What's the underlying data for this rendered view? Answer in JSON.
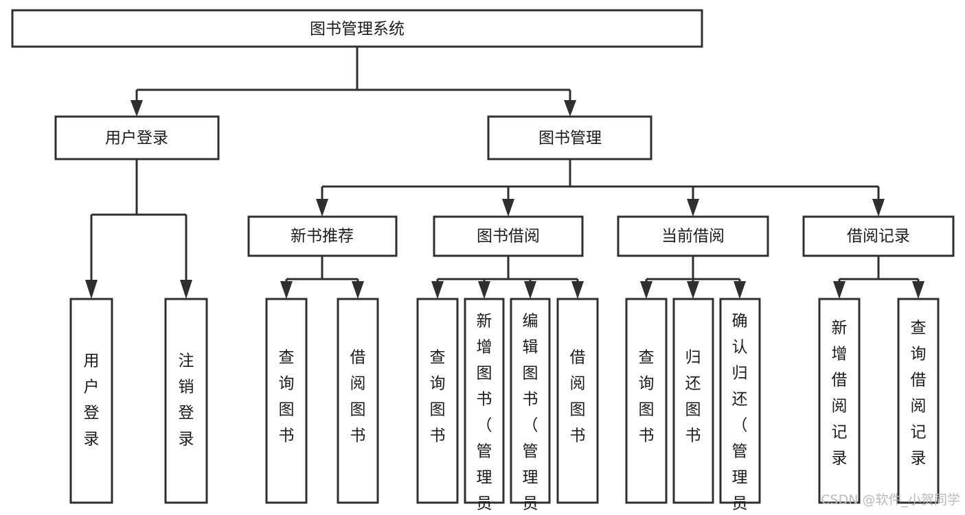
{
  "diagram": {
    "type": "tree",
    "title": "图书管理系统",
    "root": {
      "id": "root",
      "label": "图书管理系统",
      "orientation": "horizontal"
    },
    "level2": [
      {
        "id": "user-login",
        "label": "用户登录",
        "orientation": "horizontal"
      },
      {
        "id": "book-manage",
        "label": "图书管理",
        "orientation": "horizontal"
      }
    ],
    "level3": [
      {
        "id": "new-book-recommend",
        "label": "新书推荐",
        "orientation": "horizontal",
        "parent": "book-manage"
      },
      {
        "id": "book-borrow",
        "label": "图书借阅",
        "orientation": "horizontal",
        "parent": "book-manage"
      },
      {
        "id": "current-borrow",
        "label": "当前借阅",
        "orientation": "horizontal",
        "parent": "book-manage"
      },
      {
        "id": "borrow-record",
        "label": "借阅记录",
        "orientation": "horizontal",
        "parent": "book-manage"
      }
    ],
    "leaves": [
      {
        "id": "leaf-user-login",
        "label": "用户登录",
        "orientation": "vertical",
        "parent": "user-login"
      },
      {
        "id": "leaf-user-logout",
        "label": "注销登录",
        "orientation": "vertical",
        "parent": "user-login"
      },
      {
        "id": "leaf-query-book-1",
        "label": "查询图书",
        "orientation": "vertical",
        "parent": "new-book-recommend"
      },
      {
        "id": "leaf-borrow-book-1",
        "label": "借阅图书",
        "orientation": "vertical",
        "parent": "new-book-recommend"
      },
      {
        "id": "leaf-query-book-2",
        "label": "查询图书",
        "orientation": "vertical",
        "parent": "book-borrow"
      },
      {
        "id": "leaf-add-book",
        "label": "新增图书（管理员）",
        "orientation": "vertical",
        "parent": "book-borrow"
      },
      {
        "id": "leaf-edit-book",
        "label": "编辑图书（管理员）",
        "orientation": "vertical",
        "parent": "book-borrow"
      },
      {
        "id": "leaf-borrow-book-2",
        "label": "借阅图书",
        "orientation": "vertical",
        "parent": "book-borrow"
      },
      {
        "id": "leaf-query-book-3",
        "label": "查询图书",
        "orientation": "vertical",
        "parent": "current-borrow"
      },
      {
        "id": "leaf-return-book",
        "label": "归还图书",
        "orientation": "vertical",
        "parent": "current-borrow"
      },
      {
        "id": "leaf-confirm-return",
        "label": "确认归还（管理员）",
        "orientation": "vertical",
        "parent": "current-borrow"
      },
      {
        "id": "leaf-add-record",
        "label": "新增借阅记录",
        "orientation": "vertical",
        "parent": "borrow-record"
      },
      {
        "id": "leaf-query-record",
        "label": "查询借阅记录",
        "orientation": "vertical",
        "parent": "borrow-record"
      }
    ]
  },
  "watermark": {
    "text": "CSDN @软件_小贺同学"
  },
  "colors": {
    "background": "#ffffff",
    "stroke": "#2f2f2f",
    "text": "#1b1b1b",
    "watermark": "#b9b9b9"
  }
}
